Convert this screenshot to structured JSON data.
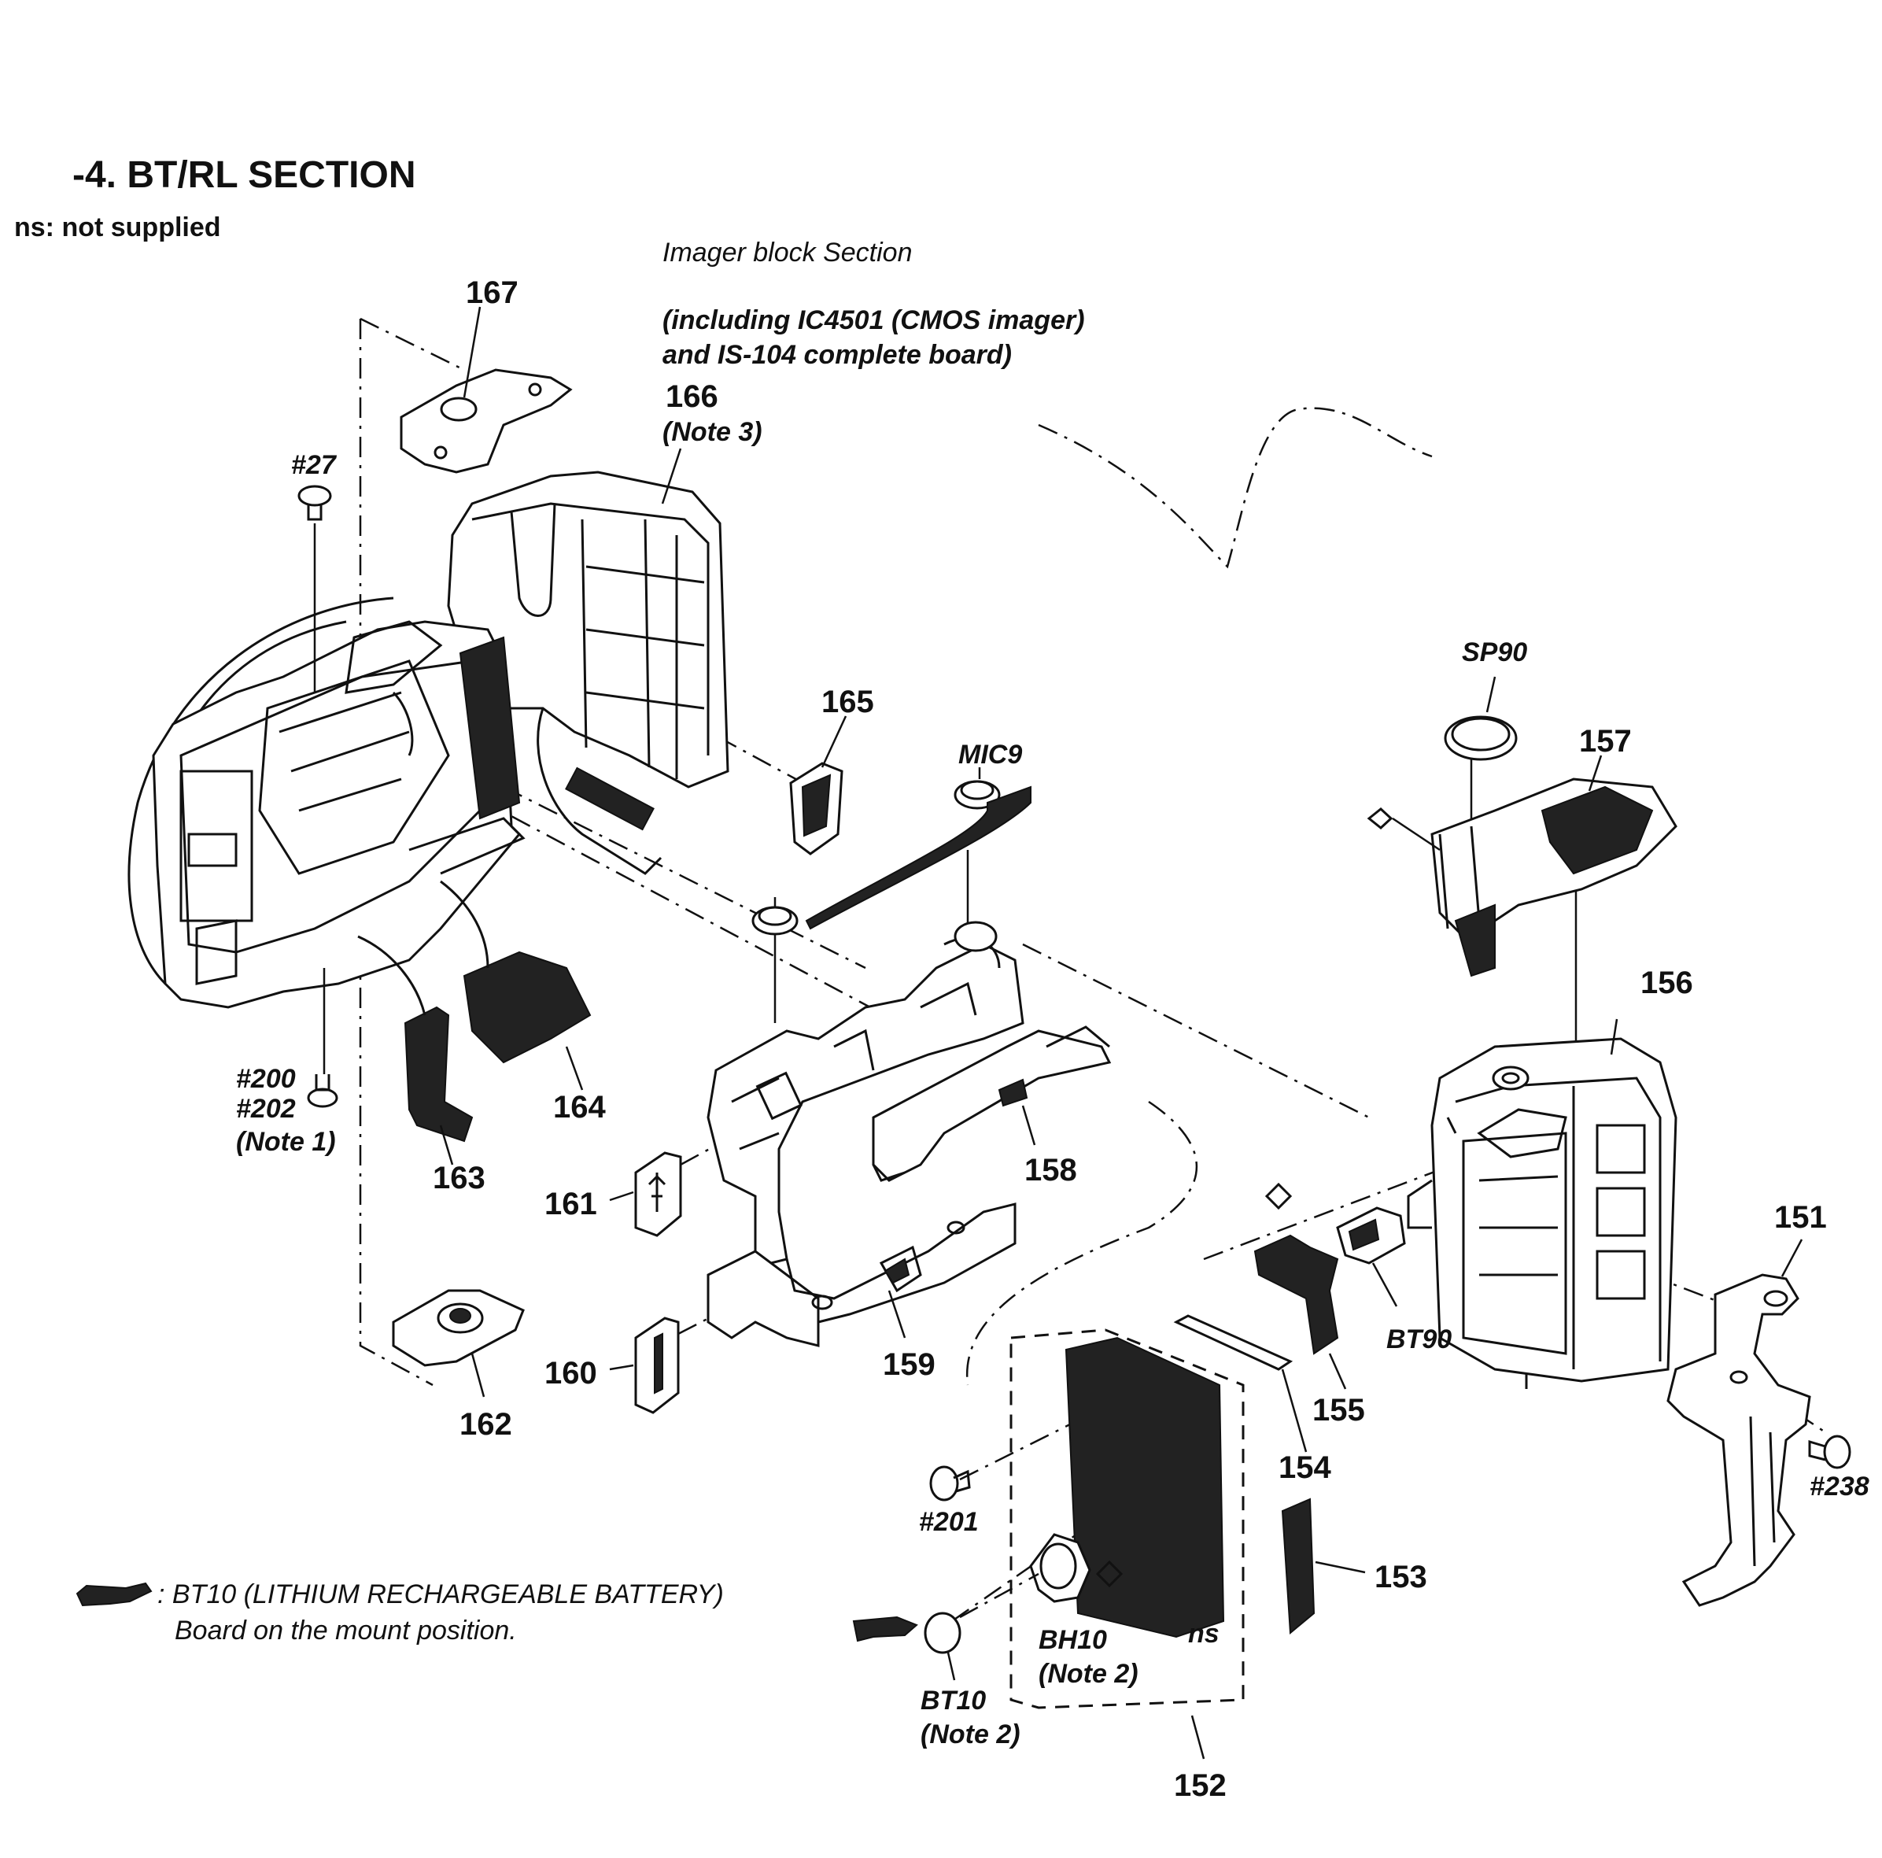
{
  "header": {
    "title": "-4. BT/RL SECTION",
    "ns_note": "ns: not supplied"
  },
  "imager_caption": {
    "line1": "Imager block Section",
    "line2": "(including IC4501 (CMOS imager)",
    "line3": "and IS-104 complete board)"
  },
  "labels": {
    "p151": "151",
    "p152": "152",
    "p153": "153",
    "p154": "154",
    "p155": "155",
    "p156": "156",
    "p157": "157",
    "p158": "158",
    "p159": "159",
    "p160": "160",
    "p161": "161",
    "p162": "162",
    "p163": "163",
    "p164": "164",
    "p165": "165",
    "p166": "166",
    "p167": "167",
    "s27": "#27",
    "s200": "#200",
    "s202": "#202",
    "s201": "#201",
    "s238": "#238",
    "sp90": "SP90",
    "mic9": "MIC9",
    "bt90": "BT90",
    "bh10": "BH10",
    "bt10": "BT10",
    "ns": "ns",
    "note1": "(Note 1)",
    "note2_bh": "(Note 2)",
    "note2_bt": "(Note 2)",
    "note3": "(Note 3)"
  },
  "legend": {
    "line1": ": BT10   (LITHIUM RECHARGEABLE BATTERY)",
    "line2": "Board on the mount position."
  }
}
